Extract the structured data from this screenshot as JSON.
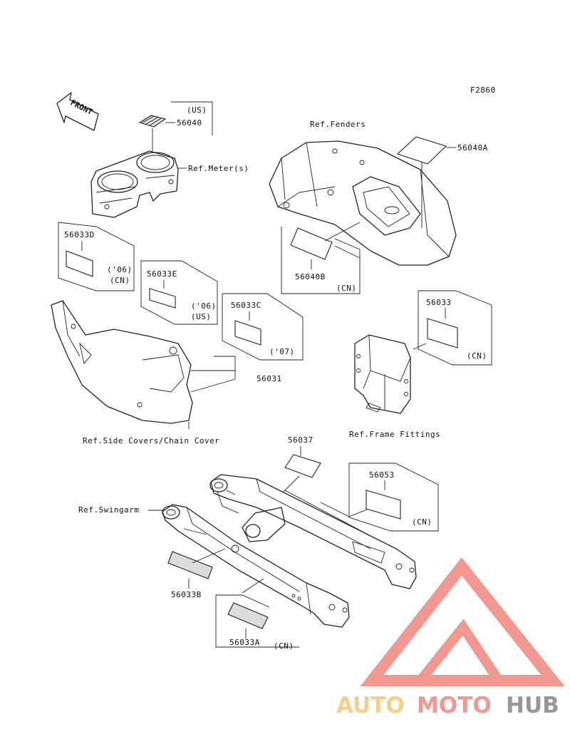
{
  "figure_code": "F2860",
  "front_label": "FRONT",
  "parts": {
    "p56040": "56040",
    "p56040_note": "(US)",
    "ref_meter": "Ref.Meter(s)",
    "ref_fenders": "Ref.Fenders",
    "p56040A": "56040A",
    "p56040B": "56040B",
    "p56040B_note": "(CN)",
    "p56033D": "56033D",
    "p56033D_note1": "('06)",
    "p56033D_note2": "(CN)",
    "p56033E": "56033E",
    "p56033E_note1": "('06)",
    "p56033E_note2": "(US)",
    "p56033C": "56033C",
    "p56033C_note": "('07)",
    "p56031": "56031",
    "p56033": "56033",
    "p56033_note": "(CN)",
    "ref_frame": "Ref.Frame Fittings",
    "ref_side": "Ref.Side Covers/Chain Cover",
    "p56037": "56037",
    "p56053": "56053",
    "p56053_note": "(CN)",
    "ref_swingarm": "Ref.Swingarm",
    "p56033B": "56033B",
    "p56033A": "56033A",
    "p56033A_note": "(CN)"
  },
  "watermark": {
    "part1": "AUTO",
    "part2": "MOTO",
    "part3": "HUB",
    "color_auto": "#f7c77a",
    "color_moto": "#f08a82",
    "color_hub": "#8a8a8a",
    "color_triangle": "#f08a82"
  }
}
